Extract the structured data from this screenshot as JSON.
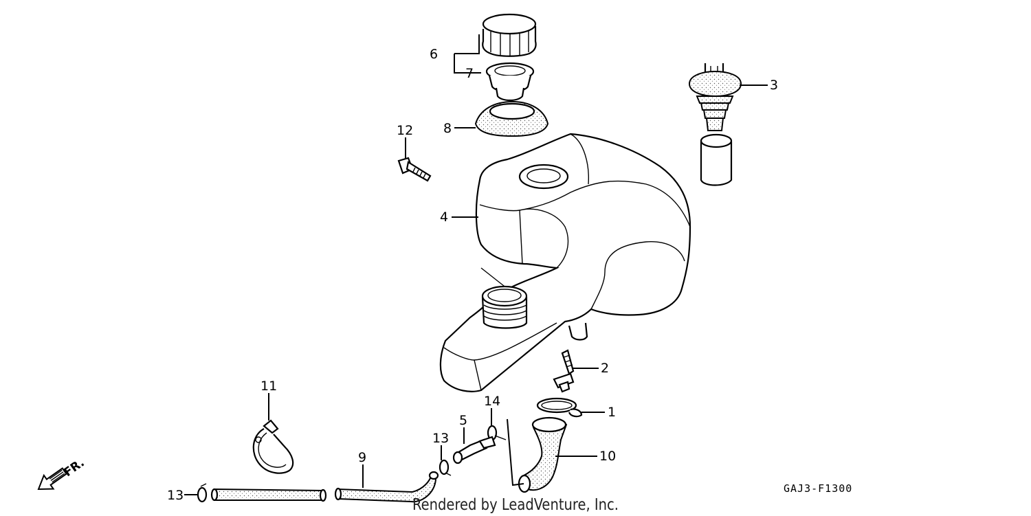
{
  "diagram": {
    "callouts": [
      {
        "id": "1",
        "label": "1"
      },
      {
        "id": "2",
        "label": "2"
      },
      {
        "id": "3",
        "label": "3"
      },
      {
        "id": "4",
        "label": "4"
      },
      {
        "id": "5",
        "label": "5"
      },
      {
        "id": "6",
        "label": "6"
      },
      {
        "id": "7",
        "label": "7"
      },
      {
        "id": "8",
        "label": "8"
      },
      {
        "id": "9",
        "label": "9"
      },
      {
        "id": "10",
        "label": "10"
      },
      {
        "id": "11",
        "label": "11"
      },
      {
        "id": "12",
        "label": "12"
      },
      {
        "id": "13a",
        "label": "13"
      },
      {
        "id": "13b",
        "label": "13"
      },
      {
        "id": "14",
        "label": "14"
      }
    ],
    "direction_label": "FR.",
    "reference_code": "GAJ3-F1300",
    "watermark": "Rendered by LeadVenture, Inc."
  }
}
